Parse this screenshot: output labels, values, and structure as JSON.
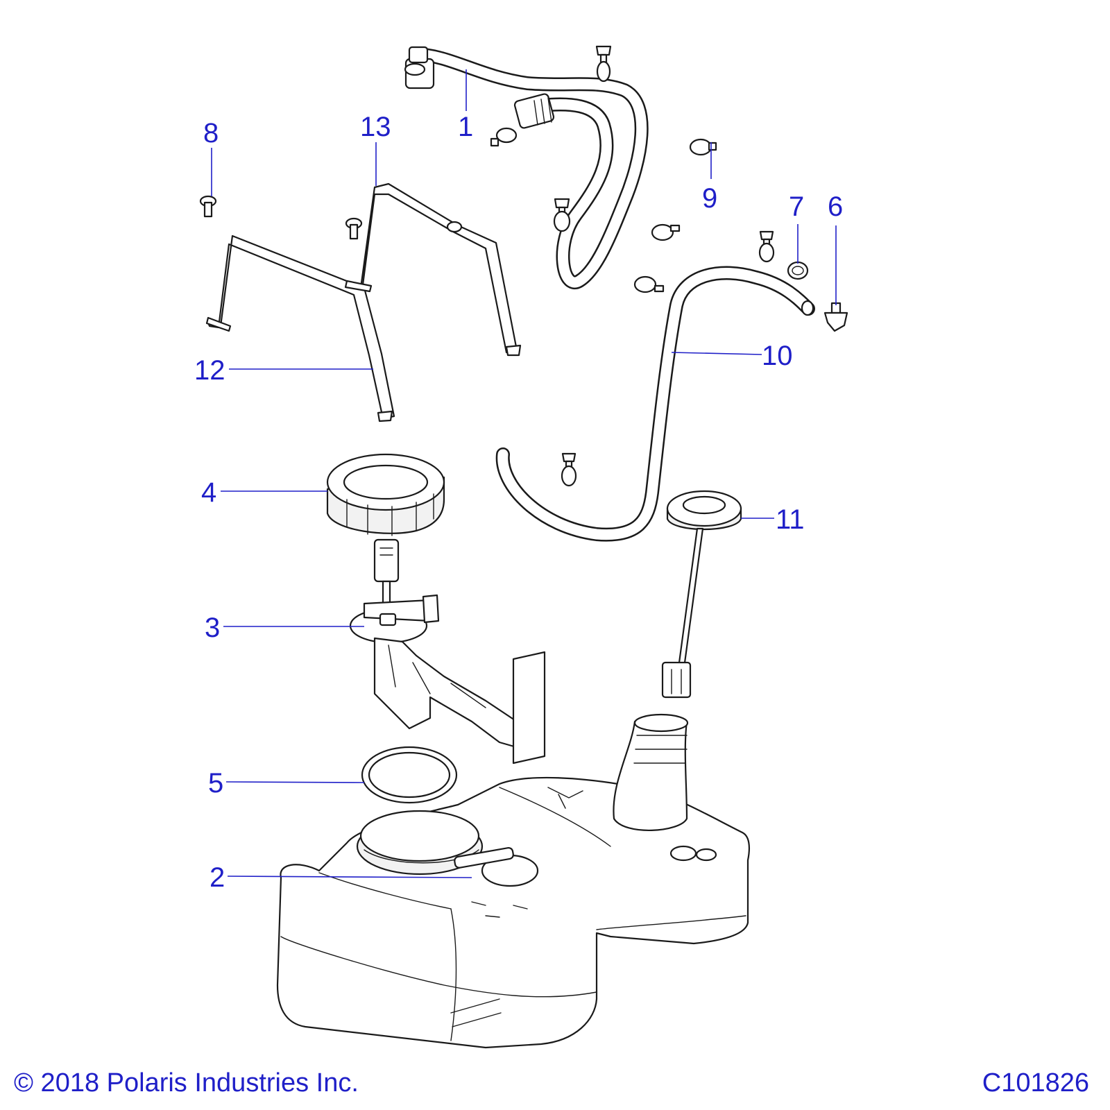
{
  "callouts": {
    "c1": "1",
    "c2": "2",
    "c3": "3",
    "c4": "4",
    "c5": "5",
    "c6": "6",
    "c7": "7",
    "c8": "8",
    "c9": "9",
    "c10": "10",
    "c11": "11",
    "c12": "12",
    "c13": "13"
  },
  "footer": {
    "copyright": "© 2018 Polaris Industries Inc.",
    "figure_id": "C101826"
  },
  "colors": {
    "callout": "#1f1fc8",
    "line_art": "#1a1a1a"
  }
}
